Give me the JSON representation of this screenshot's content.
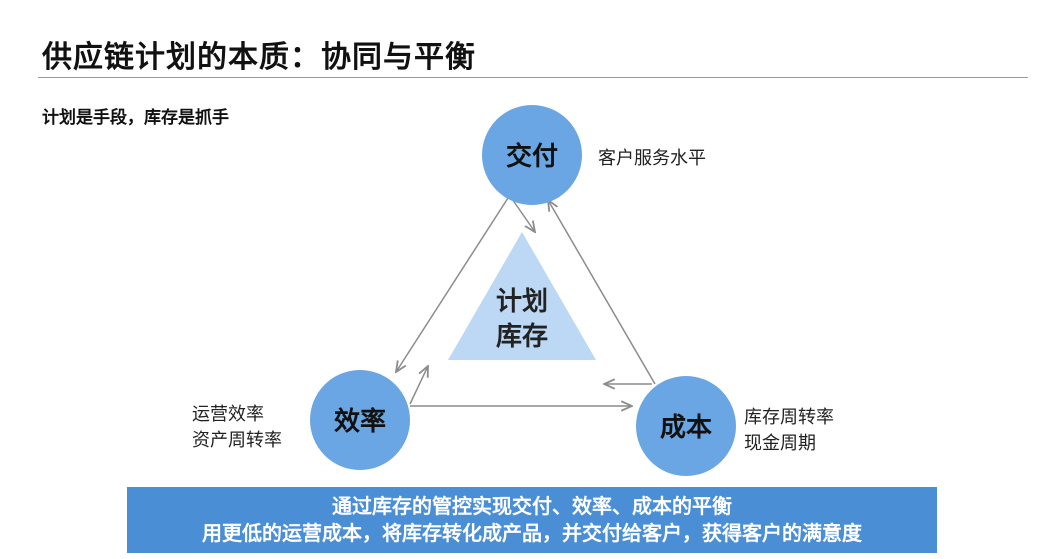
{
  "title": "供应链计划的本质：协同与平衡",
  "subtitle": "计划是手段，库存是抓手",
  "nodes": {
    "delivery": "交付",
    "efficiency": "效率",
    "cost": "成本"
  },
  "center": {
    "line1": "计划",
    "line2": "库存"
  },
  "notes": {
    "delivery": "客户服务水平",
    "efficiency_1": "运营效率",
    "efficiency_2": "资产周转率",
    "cost_1": "库存周转率",
    "cost_2": "现金周期"
  },
  "banner": {
    "line1": "通过库存的管控实现交付、效率、成本的平衡",
    "line2": "用更低的运营成本，将库存转化成产品，并交付给客户，获得客户的满意度"
  },
  "colors": {
    "node_fill": "#6aa6e3",
    "center_triangle": "#bcd8f4",
    "arrow": "#8c8c8c",
    "banner_bg": "#4a8fd6"
  }
}
